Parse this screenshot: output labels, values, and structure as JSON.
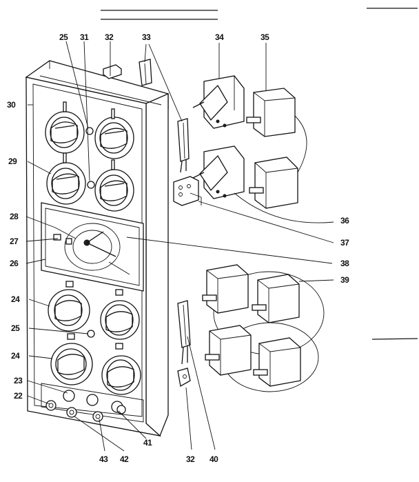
{
  "figure": {
    "kind": "exploded parts diagram",
    "line_color": "#111111",
    "background": "#ffffff"
  },
  "labels": {
    "l25a": "25",
    "l31": "31",
    "l32a": "32",
    "l33": "33",
    "l34": "34",
    "l35": "35",
    "l30": "30",
    "l29": "29",
    "l28a": "28",
    "l27": "27",
    "l26": "26",
    "l36": "36",
    "l37": "37",
    "l38": "38",
    "l39": "39",
    "l24a": "24",
    "l25b": "25",
    "l24b": "24",
    "l23": "23",
    "l22": "22",
    "l43": "43",
    "l42": "42",
    "l41": "41",
    "l32b": "32",
    "l40": "40"
  }
}
